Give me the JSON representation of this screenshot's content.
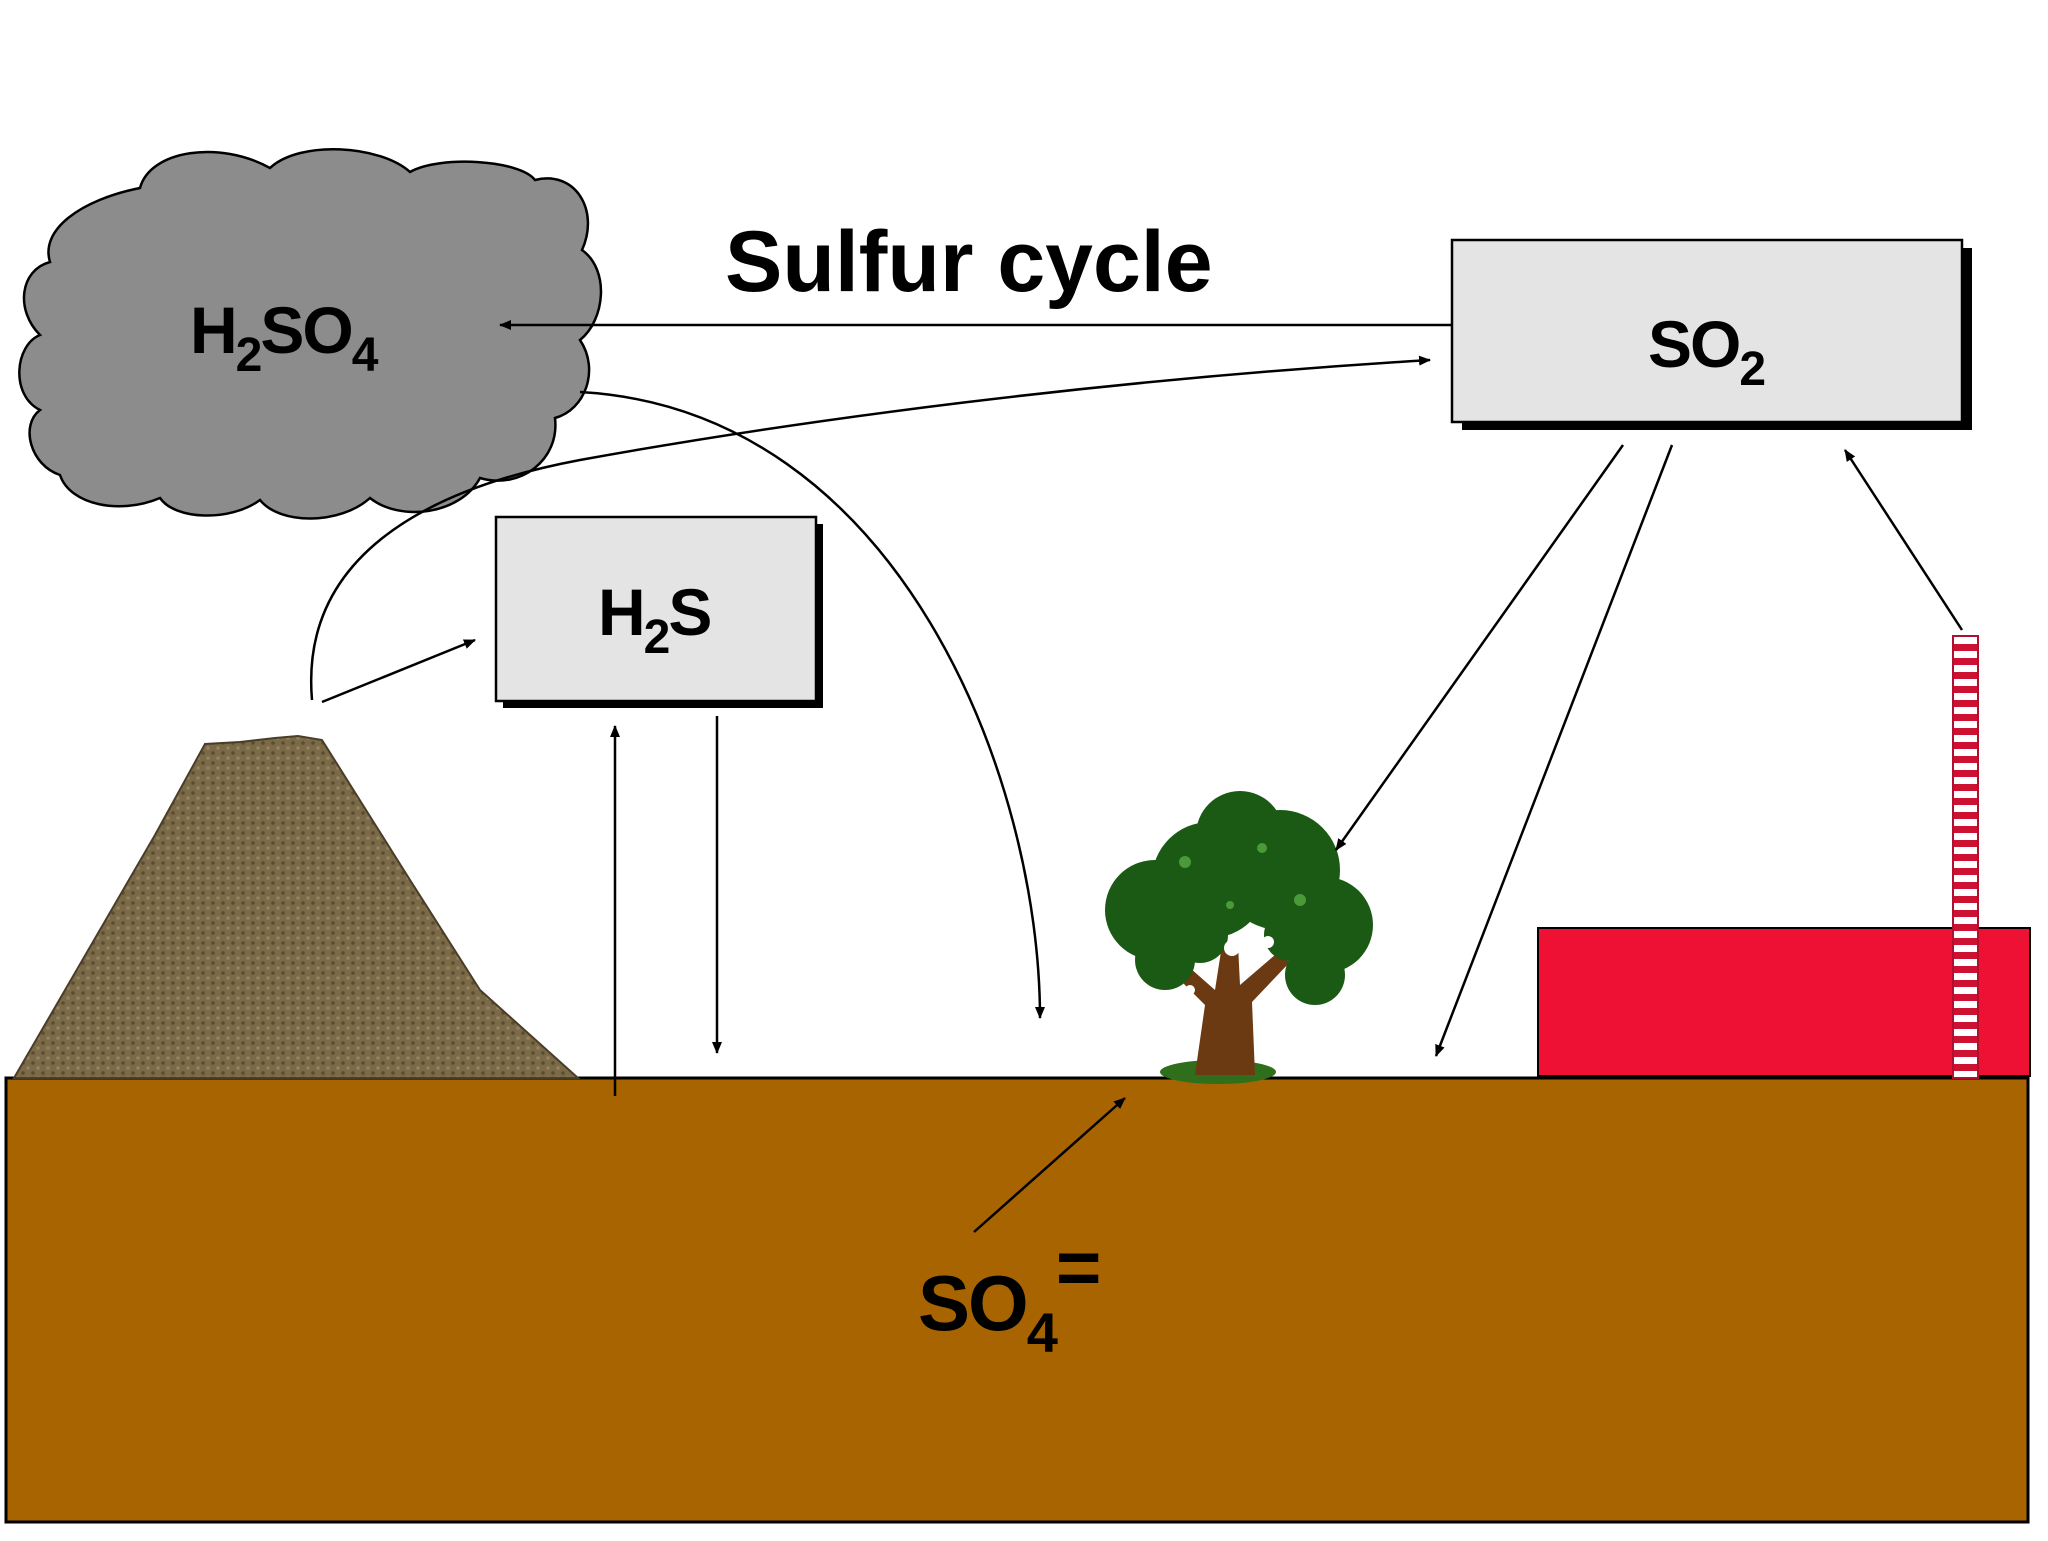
{
  "diagram": {
    "title": "Sulfur cycle",
    "nodes": {
      "h2so4": {
        "main1": "H",
        "sub1": "2",
        "main2": "SO",
        "sub2": "4"
      },
      "so2": {
        "main": "SO",
        "sub": "2"
      },
      "h2s": {
        "main1": "H",
        "sub1": "2",
        "main2": "S"
      },
      "so4": {
        "main": "SO",
        "sub": "4",
        "sup": "="
      }
    },
    "illustrations": [
      "volcano",
      "cloud",
      "tree",
      "factory",
      "smokestack",
      "ground"
    ],
    "colors": {
      "ground": "#a86400",
      "cloud": "#8c8c8c",
      "volcano": "#7a6a48",
      "tree_foliage": "#1a5a14",
      "tree_trunk": "#6b3a12",
      "factory": "#ee1133",
      "box_fill": "#e4e4e4"
    }
  }
}
